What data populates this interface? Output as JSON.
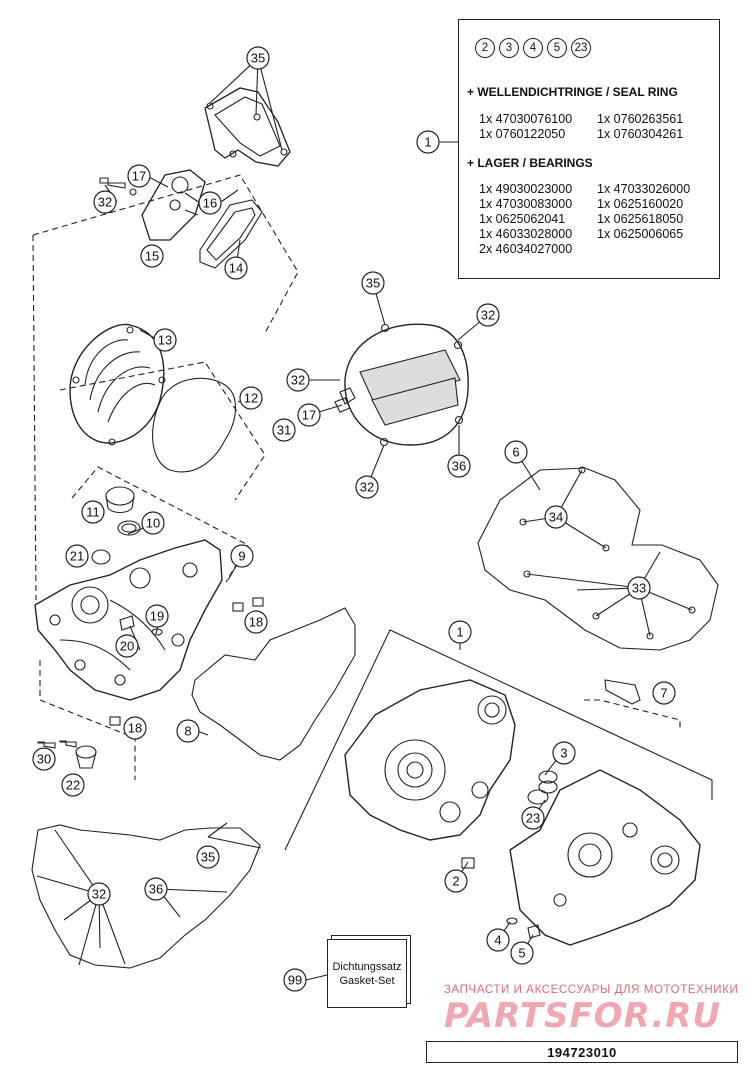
{
  "callouts": [
    {
      "id": "c35a",
      "label": "35"
    },
    {
      "id": "c17a",
      "label": "17"
    },
    {
      "id": "c32a",
      "label": "32"
    },
    {
      "id": "c16",
      "label": "16"
    },
    {
      "id": "c15",
      "label": "15"
    },
    {
      "id": "c14",
      "label": "14"
    },
    {
      "id": "c13",
      "label": "13"
    },
    {
      "id": "c12",
      "label": "12"
    },
    {
      "id": "c11",
      "label": "11"
    },
    {
      "id": "c10",
      "label": "10"
    },
    {
      "id": "c21",
      "label": "21"
    },
    {
      "id": "c9",
      "label": "9"
    },
    {
      "id": "c19",
      "label": "19"
    },
    {
      "id": "c20",
      "label": "20"
    },
    {
      "id": "c18a",
      "label": "18"
    },
    {
      "id": "c18b",
      "label": "18"
    },
    {
      "id": "c8",
      "label": "8"
    },
    {
      "id": "c30",
      "label": "30"
    },
    {
      "id": "c22",
      "label": "22"
    },
    {
      "id": "c35b",
      "label": "35"
    },
    {
      "id": "c32b",
      "label": "32"
    },
    {
      "id": "c36a",
      "label": "36"
    },
    {
      "id": "c35c",
      "label": "35"
    },
    {
      "id": "c32c",
      "label": "32"
    },
    {
      "id": "c32d",
      "label": "32"
    },
    {
      "id": "c17b",
      "label": "17"
    },
    {
      "id": "c31",
      "label": "31"
    },
    {
      "id": "c36b",
      "label": "36"
    },
    {
      "id": "c32e",
      "label": "32"
    },
    {
      "id": "c6",
      "label": "6"
    },
    {
      "id": "c34",
      "label": "34"
    },
    {
      "id": "c33",
      "label": "33"
    },
    {
      "id": "c1a",
      "label": "1"
    },
    {
      "id": "c1b",
      "label": "1"
    },
    {
      "id": "c7",
      "label": "7"
    },
    {
      "id": "c3",
      "label": "3"
    },
    {
      "id": "c23",
      "label": "23"
    },
    {
      "id": "c2",
      "label": "2"
    },
    {
      "id": "c4",
      "label": "4"
    },
    {
      "id": "c5",
      "label": "5"
    },
    {
      "id": "c99",
      "label": "99"
    }
  ],
  "info_box": {
    "circled": [
      "2",
      "3",
      "4",
      "5",
      "23"
    ],
    "seal_heading": "+ WELLENDICHTRINGE / SEAL RING",
    "seal_col1": [
      "1x 47030076100",
      "1x 0760122050"
    ],
    "seal_col2": [
      "1x 0760263561",
      "1x 0760304261"
    ],
    "bearing_heading": "+ LAGER / BEARINGS",
    "bearing_col1": [
      "1x 49030023000",
      "1x 47030083000",
      "1x 0625062041",
      "1x 46033028000",
      "2x 46034027000"
    ],
    "bearing_col2": [
      "1x 47033026000",
      "1x 0625160020",
      "1x 0625618050",
      "1x 0625006065"
    ]
  },
  "gasket_set": {
    "line1": "Dichtungssatz",
    "line2": "Gasket-Set"
  },
  "watermark": {
    "small": "ЗАПЧАСТИ И АКСЕССУАРЫ ДЛЯ МОТОТЕХНИКИ",
    "big": "PARTSFOR.RU"
  },
  "drawing_number": "194723010"
}
